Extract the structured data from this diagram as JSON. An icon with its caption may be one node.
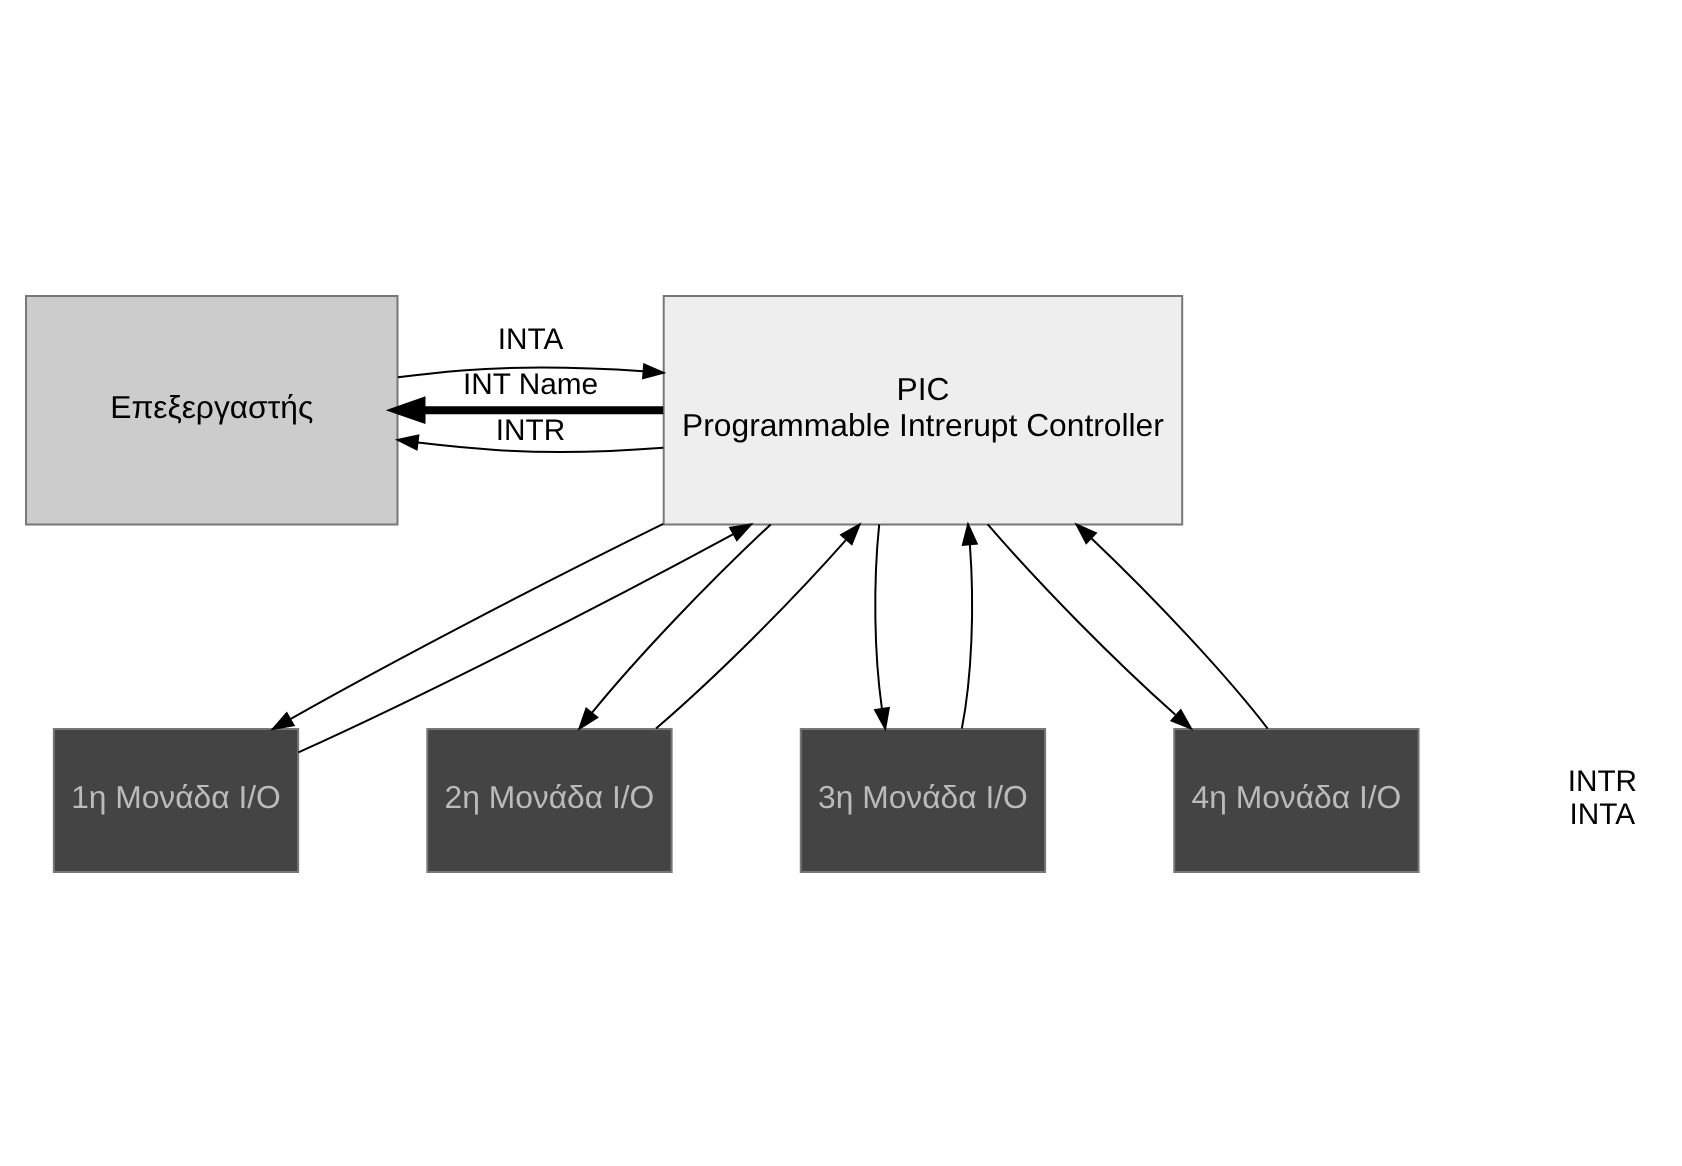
{
  "diagram": {
    "nodes": [
      {
        "text": [
          "Επεξεργαστής"
        ]
      },
      {
        "text": [
          "PIC",
          "Programmable Intrerupt Controller"
        ]
      },
      {
        "text": [
          "1η Μονάδα I/O"
        ]
      },
      {
        "text": [
          "2η Μονάδα I/O"
        ]
      },
      {
        "text": [
          "3η Μονάδα I/O"
        ]
      },
      {
        "text": [
          "4η Μονάδα I/O"
        ]
      }
    ],
    "edges": [
      {
        "from": 1,
        "to": 0,
        "arrow": "to",
        "label": "INTR"
      },
      {
        "from": 0,
        "to": 1,
        "arrow": "to",
        "label": "INTA"
      },
      {
        "from": 1,
        "to": 0,
        "arrow": "to",
        "label": "INT Name",
        "style": "thick"
      },
      {
        "from": 1,
        "to": 2,
        "arrow": "to"
      },
      {
        "from": 2,
        "to": 1,
        "arrow": "to"
      },
      {
        "from": 1,
        "to": 3,
        "arrow": "to"
      },
      {
        "from": 3,
        "to": 1,
        "arrow": "to"
      },
      {
        "from": 1,
        "to": 4,
        "arrow": "to"
      },
      {
        "from": 4,
        "to": 1,
        "arrow": "to"
      },
      {
        "from": 1,
        "to": 5,
        "arrow": "to"
      },
      {
        "from": 5,
        "to": 1,
        "arrow": "to"
      }
    ],
    "labels": [
      "INTR",
      "INTA"
    ]
  }
}
